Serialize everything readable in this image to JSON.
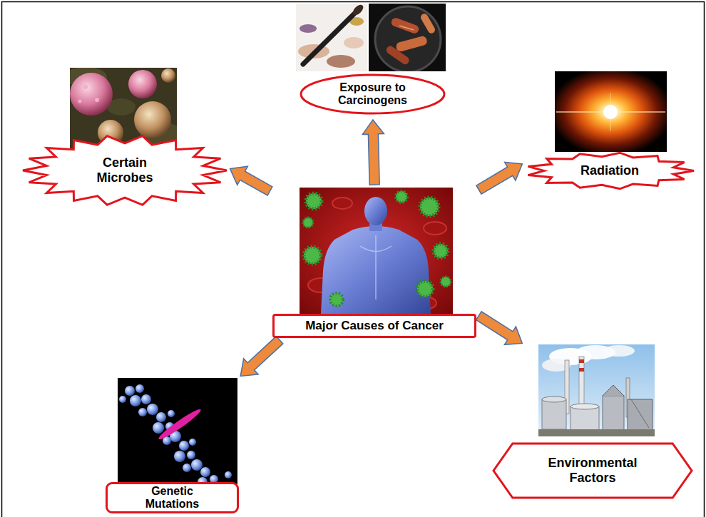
{
  "diagram": {
    "nodes": [
      {
        "text": [
          "Exposure to Carcinogens"
        ]
      },
      {
        "text": [
          "Certain Microbes"
        ]
      },
      {
        "text": [
          "Radiation"
        ]
      },
      {
        "text": [
          "Major Causes of Cancer"
        ]
      },
      {
        "text": [
          "Genetic Mutations"
        ]
      },
      {
        "text": [
          "Environmental Factors"
        ]
      }
    ],
    "edges": [
      {
        "from": 3,
        "to": 1,
        "arrow": "to"
      },
      {
        "from": 3,
        "to": 0,
        "arrow": "to"
      },
      {
        "from": 3,
        "to": 2,
        "arrow": "to"
      },
      {
        "from": 3,
        "to": 4,
        "arrow": "to"
      },
      {
        "from": 3,
        "to": 5,
        "arrow": "to"
      }
    ]
  }
}
